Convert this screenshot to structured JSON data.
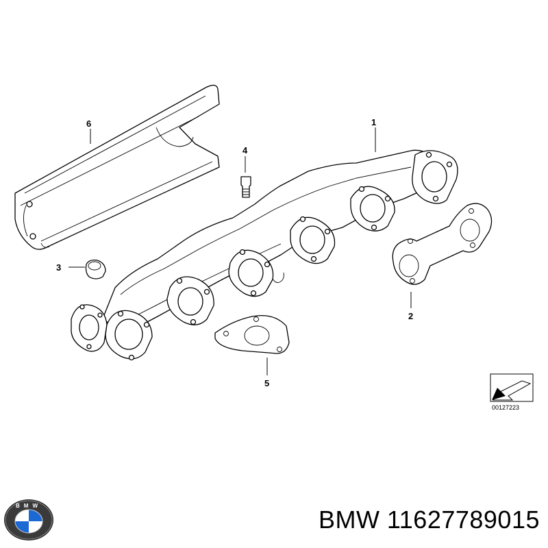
{
  "diagram": {
    "callouts": [
      {
        "id": "1",
        "label": "1"
      },
      {
        "id": "2",
        "label": "2"
      },
      {
        "id": "3",
        "label": "3"
      },
      {
        "id": "4",
        "label": "4"
      },
      {
        "id": "5",
        "label": "5"
      },
      {
        "id": "6",
        "label": "6"
      }
    ],
    "reference_code": "00127223"
  },
  "brand": {
    "logo_letters": "BMW",
    "title": "BMW 11627789015"
  },
  "colors": {
    "line": "#000000",
    "background": "#ffffff",
    "logo_blue": "#1c69d4"
  }
}
